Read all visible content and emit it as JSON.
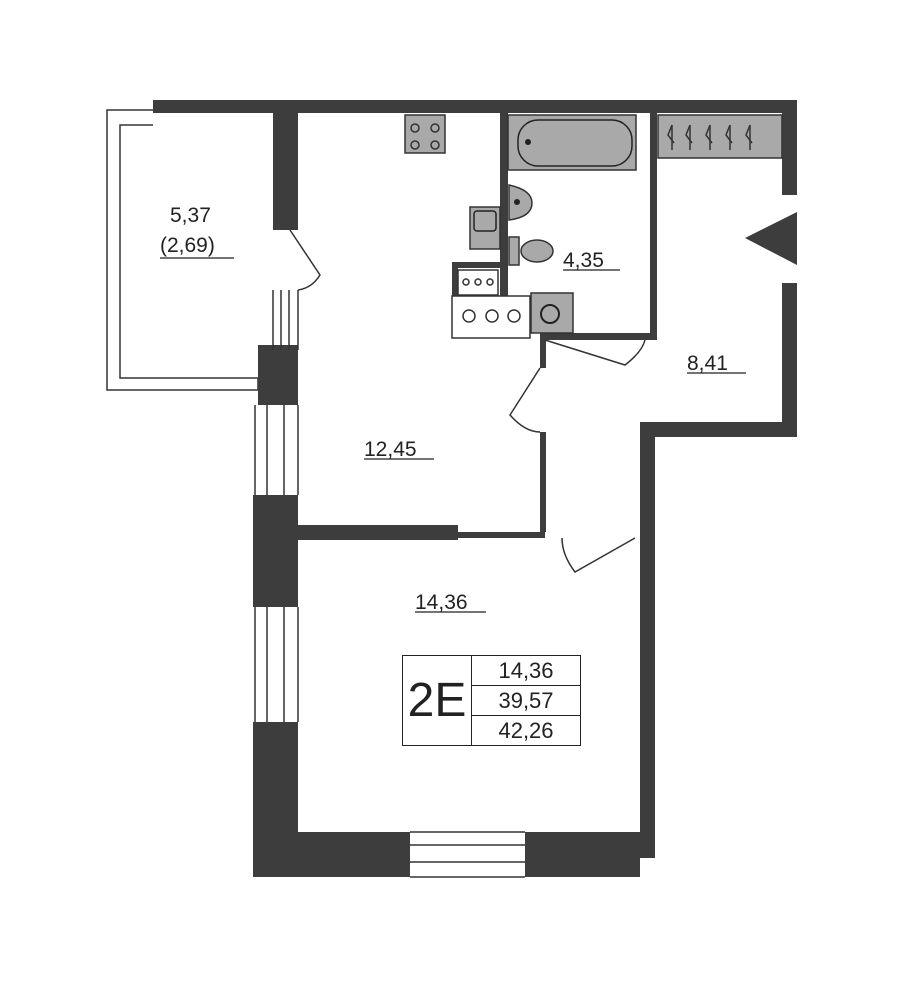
{
  "rooms": {
    "balcony": {
      "area": "5,37",
      "reduced_area": "(2,69)"
    },
    "kitchen": {
      "area": "12,45"
    },
    "bathroom": {
      "area": "4,35"
    },
    "hall": {
      "area": "8,41"
    },
    "bedroom": {
      "area": "14,36"
    }
  },
  "legend": {
    "code": "2E",
    "living_area": "14,36",
    "total_area": "39,57",
    "total_with_balcony": "42,26"
  },
  "colors": {
    "wall": "#3d3d3d",
    "fixture": "#a9a9a9"
  }
}
